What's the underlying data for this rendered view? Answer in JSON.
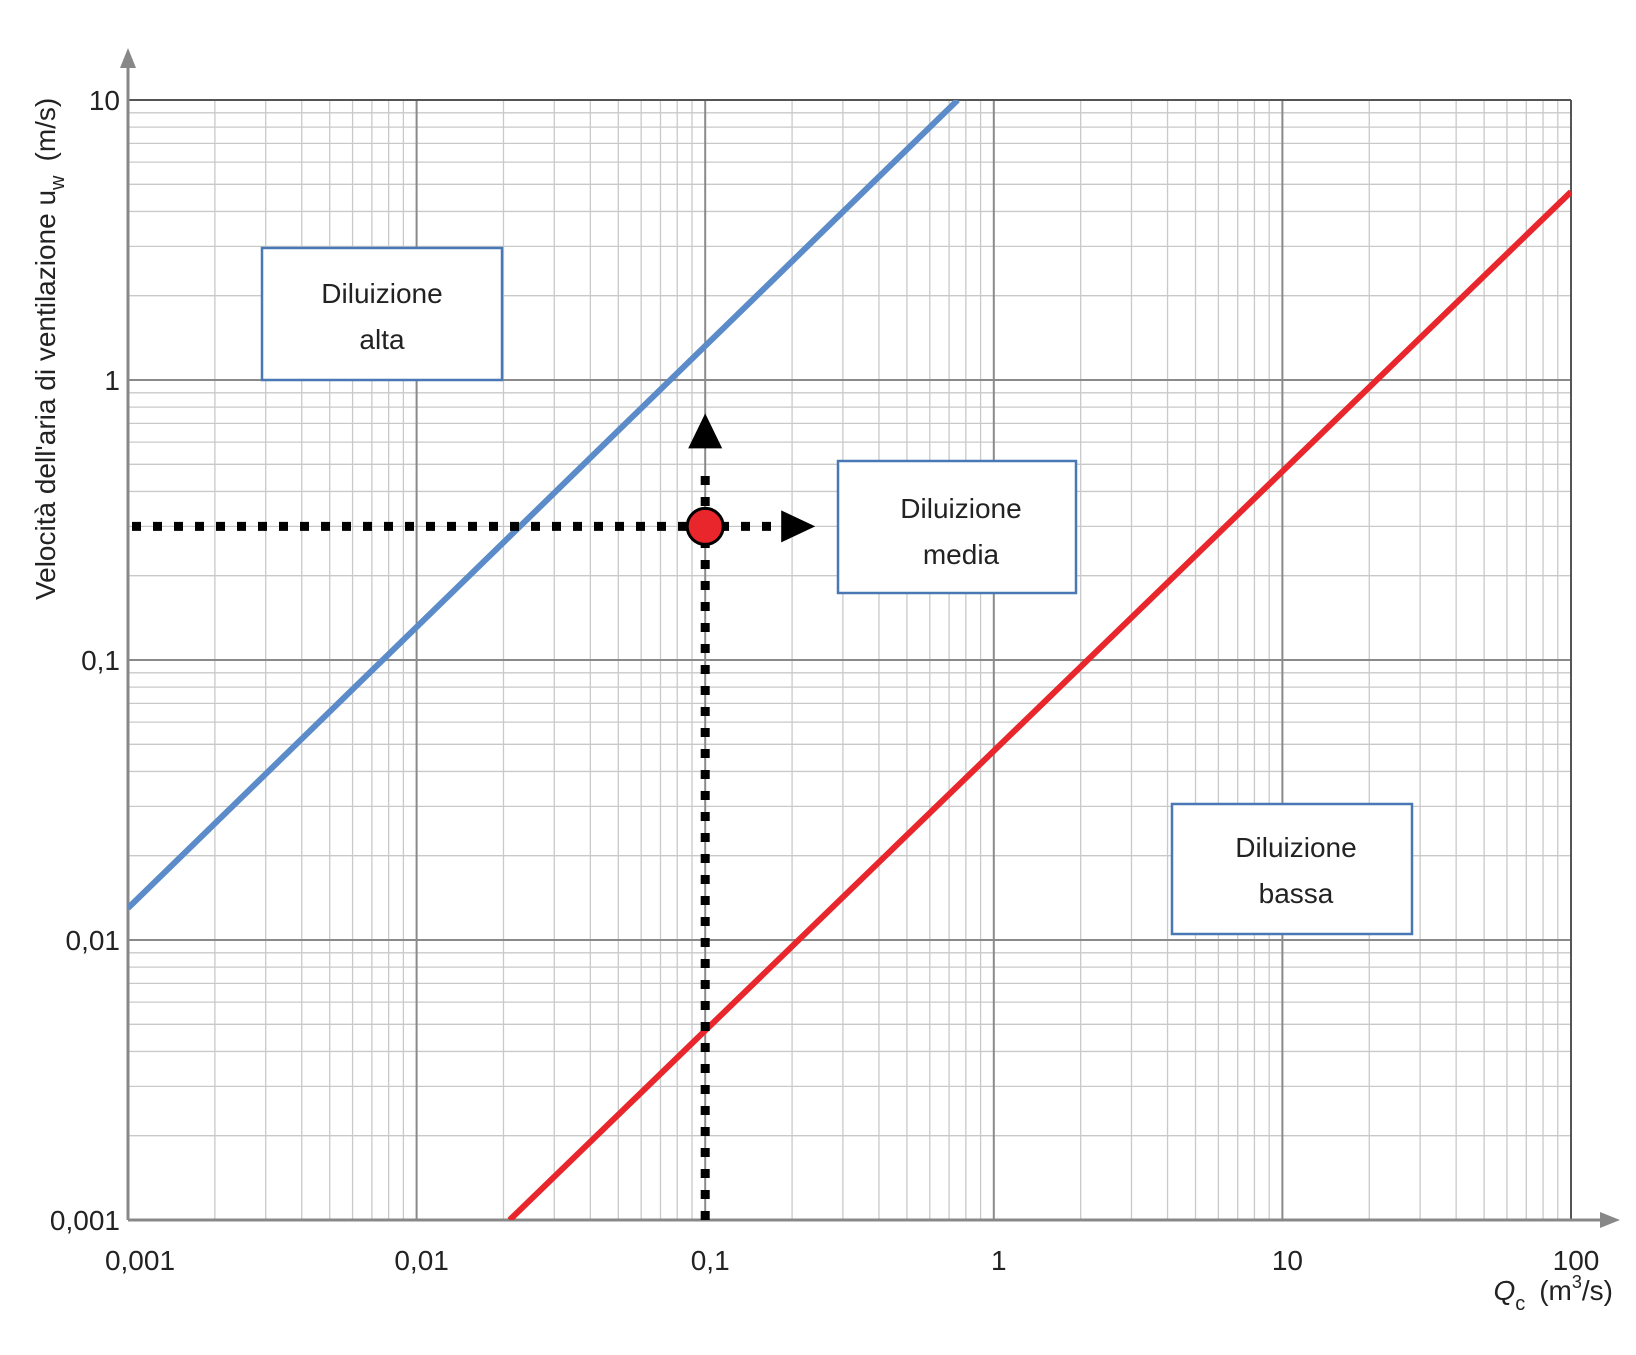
{
  "chart_data": {
    "type": "line",
    "x_scale": "log",
    "y_scale": "log",
    "xlim": [
      0.001,
      100
    ],
    "ylim": [
      0.001,
      10
    ],
    "grid": true,
    "x_ticks": [
      0.001,
      0.01,
      0.1,
      1,
      10,
      100
    ],
    "x_tick_labels": [
      "0,001",
      "0,01",
      "0,1",
      "1",
      "10",
      "100"
    ],
    "y_ticks": [
      0.001,
      0.01,
      0.1,
      1,
      10
    ],
    "y_tick_labels": [
      "0,001",
      "0,01",
      "0,1",
      "1",
      "10"
    ],
    "xlabel": {
      "symbol": "Q",
      "subscript": "c",
      "unit_open": "(m",
      "unit_sup": "3",
      "unit_close": "/s)"
    },
    "ylabel": {
      "text": "Velocità dell'aria di ventilazione u",
      "subscript": "w",
      "unit": "(m/s)"
    },
    "series": [
      {
        "color": "#5b8bc8",
        "x": [
          0.001,
          0.75
        ],
        "y": [
          0.013,
          10
        ]
      },
      {
        "color": "#e8262c",
        "x": [
          0.021,
          100
        ],
        "y": [
          0.001,
          4.7
        ]
      }
    ],
    "marker": {
      "x": 0.1,
      "y": 0.3,
      "color": "#e8262c"
    },
    "regions": [
      {
        "line1": "Diluizione",
        "line2": "alta"
      },
      {
        "line1": "Diluizione",
        "line2": "media"
      },
      {
        "line1": "Diluizione",
        "line2": "bassa"
      }
    ]
  }
}
